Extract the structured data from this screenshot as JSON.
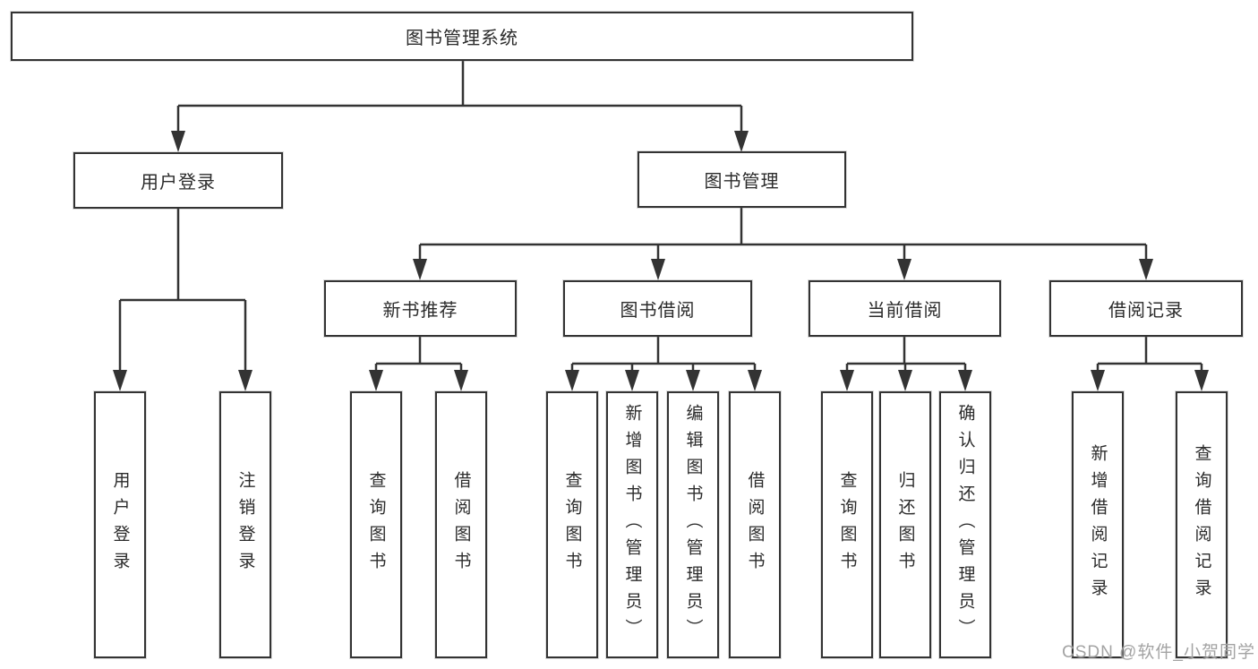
{
  "diagram": {
    "title": "图书管理系统",
    "type": "hierarchy-tree",
    "colors": {
      "line": "#333333",
      "border": "#333333",
      "text": "#2b2b2b",
      "background": "#ffffff",
      "watermark": "#9e9e9e"
    },
    "hierarchy": {
      "图书管理系统": {
        "用户登录": [
          "用户登录",
          "注销登录"
        ],
        "图书管理": {
          "新书推荐": [
            "查询图书",
            "借阅图书"
          ],
          "图书借阅": [
            "查询图书",
            "新增图书（管理员）",
            "编辑图书（管理员）",
            "借阅图书"
          ],
          "当前借阅": [
            "查询图书",
            "归还图书",
            "确认归还（管理员）"
          ],
          "借阅记录": [
            "新增借阅记录",
            "查询借阅记录"
          ]
        }
      }
    }
  },
  "nodes": {
    "root": "图书管理系统",
    "login": "用户登录",
    "mgmt": "图书管理",
    "newbook": "新书推荐",
    "borrow": "图书借阅",
    "current": "当前借阅",
    "record": "借阅记录",
    "a1": "用户登录",
    "a2": "注销登录",
    "b1": "查询图书",
    "b2": "借阅图书",
    "c1": "查询图书",
    "c2": "新增图书（管理员）",
    "c3": "编辑图书（管理员）",
    "c4": "借阅图书",
    "d1": "查询图书",
    "d2": "归还图书",
    "d3": "确认归还（管理员）",
    "e1": "新增借阅记录",
    "e2": "查询借阅记录"
  },
  "watermark": "CSDN @软件_小贺同学"
}
